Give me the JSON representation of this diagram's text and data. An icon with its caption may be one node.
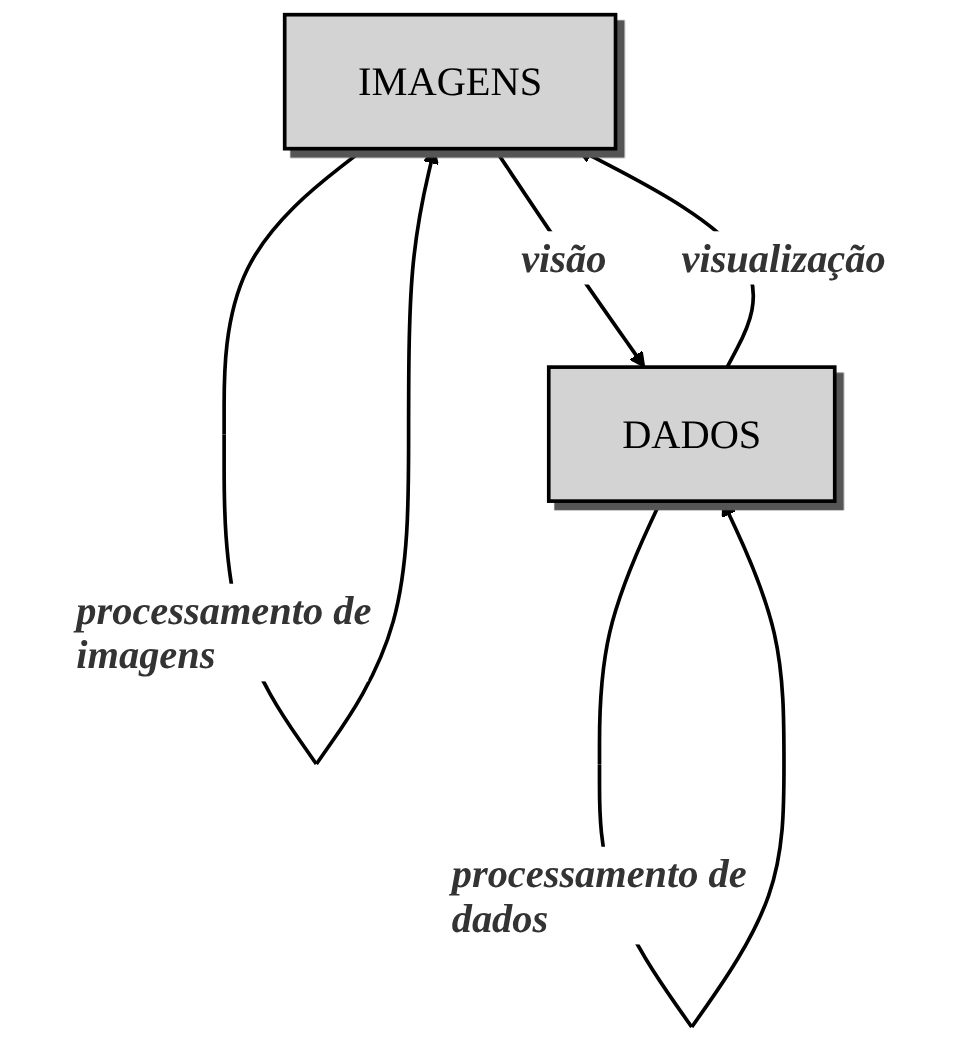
{
  "diagram": {
    "nodes": [
      {
        "text": [
          "IMAGENS"
        ]
      },
      {
        "text": [
          "DADOS"
        ]
      }
    ],
    "edges": [
      {
        "from": 0,
        "to": 0,
        "arrow": "to",
        "label": "processamento de imagens"
      },
      {
        "from": 1,
        "to": 0,
        "arrow": "to",
        "label": "visualização"
      },
      {
        "from": 0,
        "to": 1,
        "arrow": "to",
        "label": "visão"
      },
      {
        "from": 1,
        "to": 1,
        "arrow": "to",
        "label": "processamento de dados"
      }
    ]
  }
}
